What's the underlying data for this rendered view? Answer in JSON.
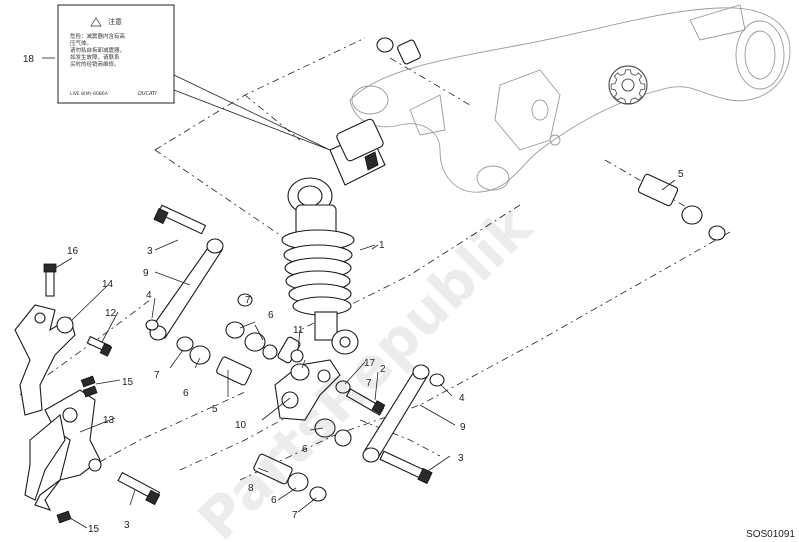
{
  "watermark": "PartsRepublik",
  "reference_code": "SOS01091",
  "warning_label": {
    "title": "注意",
    "lines": [
      "危险：减震器内含有高",
      "压气体。",
      "请勿私自拆卸减震器，",
      "如发生故障，请联系",
      "买时的经销商维修。"
    ],
    "part_no": "LIVE 8(M)-60B6A",
    "brand": "DUCATI"
  },
  "callouts": [
    "18",
    "1",
    "2",
    "3",
    "3",
    "3",
    "4",
    "4",
    "5",
    "5",
    "6",
    "6",
    "6",
    "6",
    "7",
    "7",
    "7",
    "7",
    "8",
    "9",
    "9",
    "10",
    "11",
    "12",
    "13",
    "14",
    "15",
    "15",
    "16",
    "17"
  ],
  "icons": {
    "gear": "gear-icon"
  }
}
